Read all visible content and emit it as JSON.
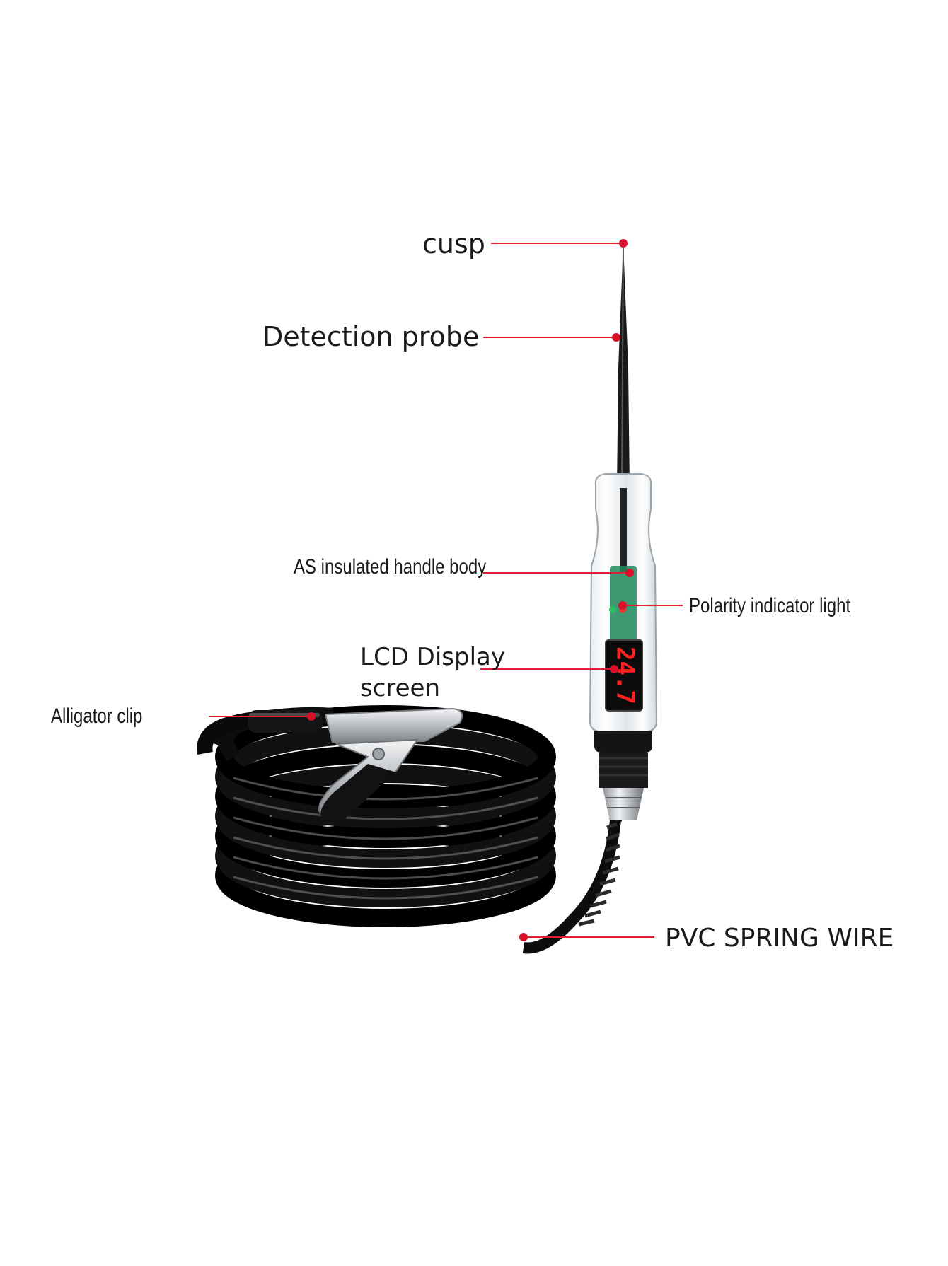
{
  "labels": {
    "cusp": "cusp",
    "detection_probe": "Detection probe",
    "handle_body": "AS insulated handle body",
    "polarity_light": "Polarity indicator light",
    "lcd_line1": "LCD Display",
    "lcd_line2": "screen",
    "alligator_clip": "Alligator clip",
    "spring_wire": "PVC SPRING WIRE"
  },
  "lcd_readout": "24.7",
  "colors": {
    "background": "#ffffff",
    "text": "#1a1a1a",
    "leader_line": "#e02030",
    "leader_dot": "#d8102a",
    "cable": "#111111",
    "lcd_digits": "#ff2020",
    "pcb": "#1f8a5a",
    "clip_metal": "#c9ccd0"
  },
  "icons": {
    "probe": "test-probe-icon",
    "clip": "alligator-clip-icon"
  }
}
